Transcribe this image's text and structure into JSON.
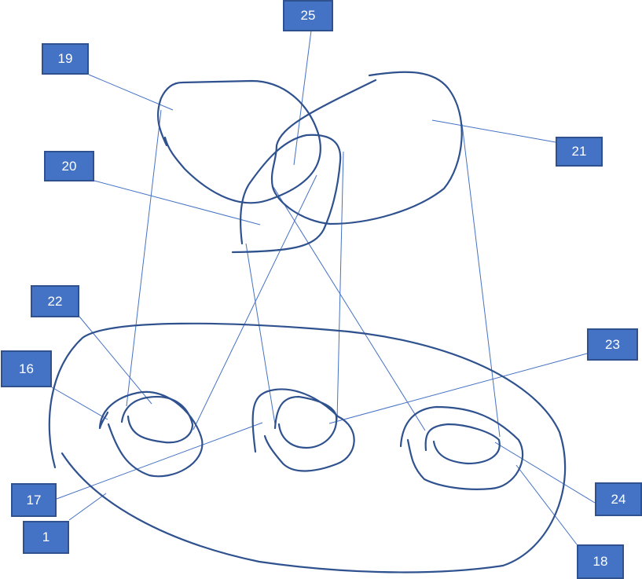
{
  "labels": {
    "l25": "25",
    "l19": "19",
    "l20": "20",
    "l21": "21",
    "l22": "22",
    "l16": "16",
    "l23": "23",
    "l17": "17",
    "l1": "1",
    "l24": "24",
    "l18": "18"
  },
  "colors": {
    "box_fill": "#4472C4",
    "box_border": "#2F528F",
    "curve": "#2F528F",
    "leader": "#4472C4"
  }
}
